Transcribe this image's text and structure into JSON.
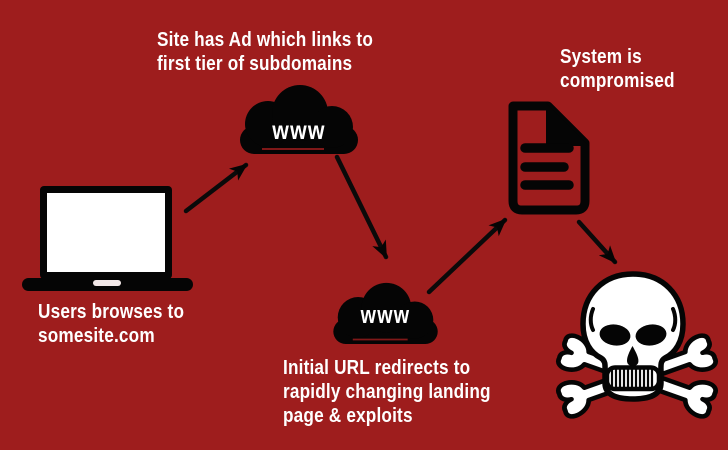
{
  "diagram": {
    "colors": {
      "background": "#9E1D1D",
      "icon_black": "#050505",
      "text_white": "#FFFFFF",
      "skull_fill": "#FFFFFF",
      "laptop_screen": "#FFFFFF",
      "laptop_notch": "#F2E8E8"
    },
    "steps": [
      {
        "id": "browse",
        "caption": "Users browses to\nsomesite.com"
      },
      {
        "id": "ad",
        "caption": "Site has Ad which links to\nfirst tier of subdomains",
        "cloud_label": "www"
      },
      {
        "id": "redirect",
        "caption": "Initial URL redirects to\nrapidly changing landing\npage & exploits",
        "cloud_label": "www"
      },
      {
        "id": "compromised",
        "caption": "System is\ncompromised"
      }
    ]
  }
}
